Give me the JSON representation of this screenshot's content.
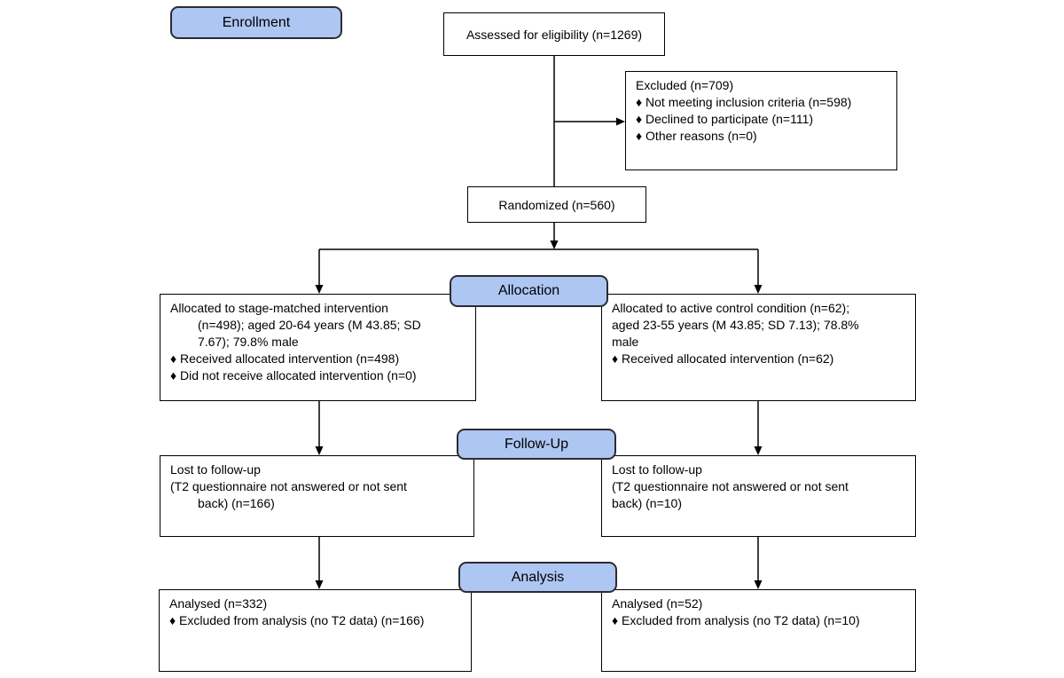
{
  "colors": {
    "banner_fill": "#aec6f2",
    "banner_border": "#2b2b33",
    "box_border": "#000000",
    "line_color": "#000000",
    "text_color": "#000000"
  },
  "banners": {
    "enrollment": "Enrollment",
    "allocation": "Allocation",
    "followup": "Follow-Up",
    "analysis": "Analysis"
  },
  "boxes": {
    "assessed": {
      "text": "Assessed for eligibility (n=1269)"
    },
    "excluded": {
      "lines": [
        "Excluded (n=709)",
        "♦ Not meeting inclusion criteria (n=598)",
        "♦ Declined to participate (n=111)",
        "♦ Other reasons (n=0)"
      ]
    },
    "randomized": {
      "text": "Randomized (n=560)"
    },
    "alloc_left": {
      "lines": [
        "Allocated to stage-matched intervention",
        "(n=498); aged 20-64 years (M 43.85; SD",
        "7.67); 79.8% male",
        "♦ Received allocated intervention (n=498)",
        "♦ Did not receive allocated intervention (n=0)"
      ]
    },
    "alloc_right": {
      "lines": [
        "Allocated to active control condition (n=62);",
        "aged 23-55 years (M 43.85; SD 7.13); 78.8%",
        "male",
        "♦ Received allocated intervention (n=62)"
      ]
    },
    "followup_left": {
      "lines": [
        "Lost to follow-up",
        "(T2 questionnaire not answered or not sent",
        "back) (n=166)"
      ]
    },
    "followup_right": {
      "lines": [
        "Lost to follow-up",
        "(T2 questionnaire not answered or not sent",
        "back) (n=10)"
      ]
    },
    "analysis_left": {
      "lines": [
        "Analysed (n=332)",
        "♦ Excluded from analysis (no T2 data) (n=166)"
      ]
    },
    "analysis_right": {
      "lines": [
        "Analysed (n=52)",
        "♦ Excluded from analysis (no T2 data) (n=10)"
      ]
    }
  }
}
